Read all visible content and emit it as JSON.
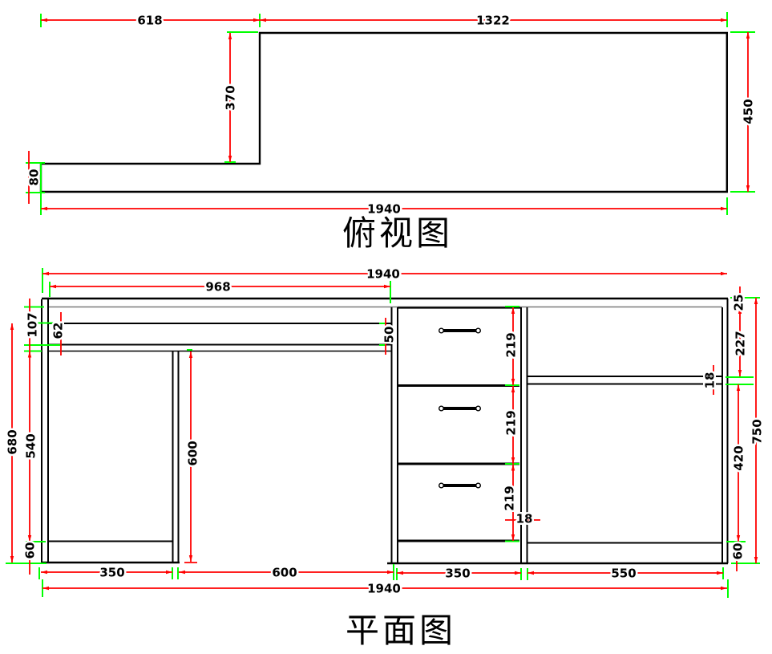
{
  "drawing": {
    "top_view": {
      "title": "俯视图",
      "dims": {
        "left_top_width": "618",
        "right_top_width": "1322",
        "notch_depth": "370",
        "back_strip_depth": "80",
        "body_depth": "450",
        "total_width": "1940"
      }
    },
    "front_view": {
      "title": "平面图",
      "dims": {
        "total_width_top": "1940",
        "desktop_left_span": "968",
        "apron_height": "107",
        "pencil_drawer_height_left": "62",
        "pencil_drawer_height_right": "50",
        "left_side_height": "680",
        "left_cabinet_inner_height": "540",
        "left_plinth_height": "60",
        "leg_space_height": "600",
        "drawer_height_top": "219",
        "drawer_height_middle": "219",
        "drawer_height_bottom": "219",
        "divider_thickness": "18",
        "desktop_thickness": "25",
        "shelf_drop": "227",
        "shelf_thickness": "18",
        "right_lower_height": "420",
        "right_plinth_height": "60",
        "total_height": "750",
        "left_cabinet_width": "350",
        "leg_space_width": "600",
        "drawer_section_width": "350",
        "right_section_width": "550",
        "total_width_bottom": "1940"
      }
    },
    "colors": {
      "outline": "#000000",
      "dimension_line": "#ff0000",
      "extension_line": "#00ff00",
      "desk_underside_line": "#7a7a7a",
      "background": "#ffffff"
    }
  }
}
